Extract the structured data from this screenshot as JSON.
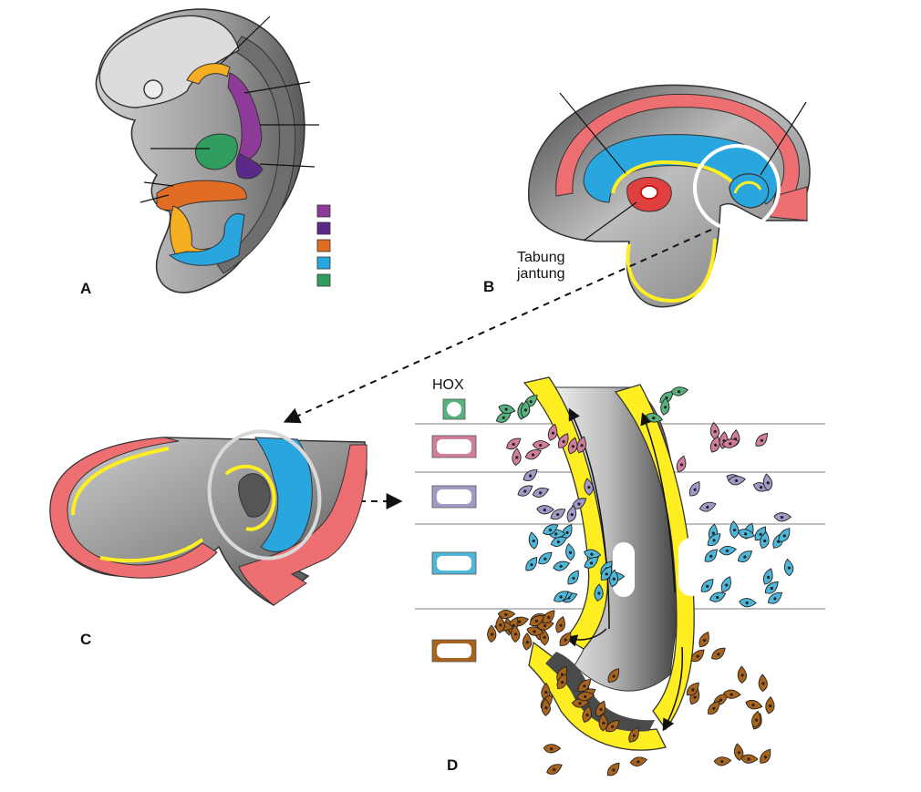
{
  "panels": {
    "a": "A",
    "b": "B",
    "c": "C",
    "d": "D"
  },
  "annotations": {
    "heart_tube_line1": "Tabung",
    "heart_tube_line2": "jantung"
  },
  "hox_header": "HOX",
  "colors": {
    "gray": "#a6a6a6",
    "dark_gray": "#555555",
    "red": "#ee6f72",
    "yellow": "#ffee22",
    "blue": "#2aa6df",
    "orange": "#e16d25",
    "purple_light": "#8e3a99",
    "purple_dark": "#5b2a88",
    "green": "#2f9e5e",
    "amber": "#f6ae22",
    "cell_green": "#58b27e",
    "cell_pink": "#d07e9c",
    "cell_lavender": "#a29ac6",
    "cell_blue": "#4db6d9",
    "cell_brown": "#a8631c"
  },
  "legend_a_swatches": [
    "purple_light",
    "purple_dark",
    "orange",
    "blue",
    "green"
  ],
  "hox_rows": [
    {
      "color": "cell_green",
      "cells": 9
    },
    {
      "color": "cell_pink",
      "cells": 15
    },
    {
      "color": "cell_lavender",
      "cells": 15
    },
    {
      "color": "cell_blue",
      "cells": 40
    },
    {
      "color": "cell_brown",
      "cells": 56
    }
  ]
}
